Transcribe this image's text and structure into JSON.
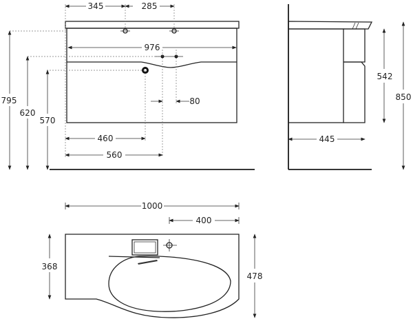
{
  "front_view": {
    "dims": {
      "tap_left_offset": "345",
      "tap_spacing": "285",
      "inner_width": "976",
      "total_height_hole": "795",
      "height_620": "620",
      "drain_height": "570",
      "hole_spacing": "80",
      "drain_offset": "460",
      "hole_offset": "560"
    }
  },
  "side_view": {
    "dims": {
      "depth": "445",
      "cabinet_height": "542",
      "total_height": "850"
    }
  },
  "top_view": {
    "dims": {
      "width": "1000",
      "tap_offset": "400",
      "left_depth": "368",
      "right_depth": "478"
    }
  }
}
